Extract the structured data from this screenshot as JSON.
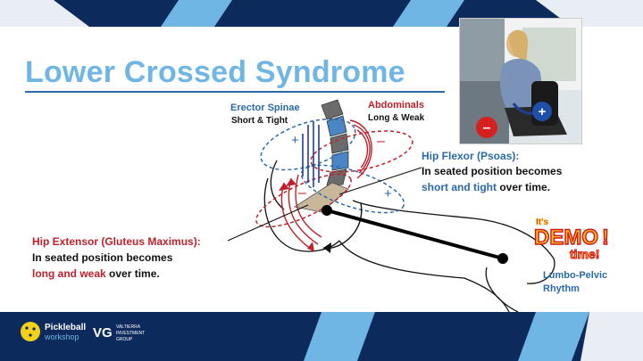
{
  "title": "Lower Crossed Syndrome",
  "erector": {
    "name": "Erector Spinae",
    "state": "Short & Tight"
  },
  "abdominals": {
    "name": "Abdominals",
    "state": "Long & Weak"
  },
  "hip_flexor": {
    "title": "Hip Flexor (Psoas):",
    "line1": "In seated position becomes",
    "emphasis": "short and tight",
    "suffix": " over time."
  },
  "hip_extensor": {
    "title": "Hip Extensor (Gluteus Maximus):",
    "line1": "In seated position becomes",
    "emphasis": "long and weak",
    "suffix": " over time."
  },
  "signs": {
    "plus": "+",
    "minus": "–"
  },
  "photo_signs": {
    "minus": "–",
    "plus": "+"
  },
  "demo": {
    "small": "It's",
    "big": "DEMO",
    "bang": "!",
    "bottom": "time!"
  },
  "lumbo": {
    "line1": "Lumbo-Pelvic",
    "line2": "Rhythm"
  },
  "logos": {
    "brand_line1": "Pickleball",
    "brand_line2": "workshop",
    "partner_mark": "VG",
    "partner_line1": "VALTIERRA",
    "partner_line2": "INVESTMENT",
    "partner_line3": "GROUP"
  },
  "colors": {
    "red": "#c0202a",
    "blue": "#2b6aa8",
    "title": "#6fb6e4",
    "navy": "#0d2a5c"
  }
}
